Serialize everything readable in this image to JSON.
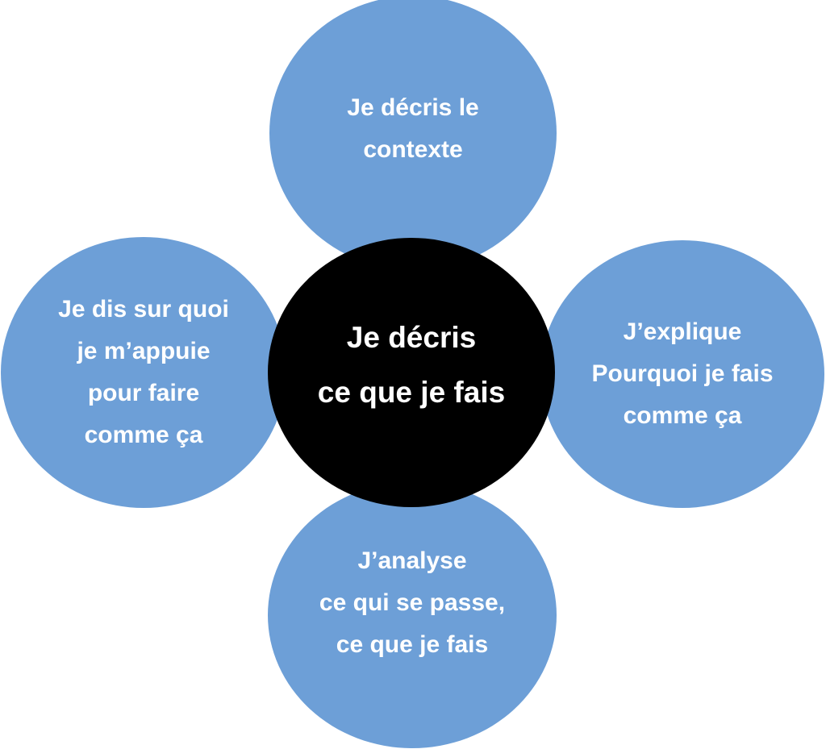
{
  "diagram": {
    "colors": {
      "bubble": "#6d9fd7",
      "center": "#000000",
      "text": "#ffffff"
    },
    "center": {
      "lines": [
        "Je décris",
        "ce que je fais"
      ]
    },
    "top": {
      "lines": [
        "Je décris le",
        "contexte"
      ]
    },
    "left": {
      "lines": [
        "Je dis sur quoi",
        "je m’appuie",
        "pour faire",
        "comme ça"
      ]
    },
    "right": {
      "lines": [
        "J’explique",
        "Pourquoi je fais",
        "comme ça"
      ]
    },
    "bottom": {
      "lines": [
        "J’analyse",
        "ce qui se passe,",
        "ce que je fais"
      ]
    }
  }
}
